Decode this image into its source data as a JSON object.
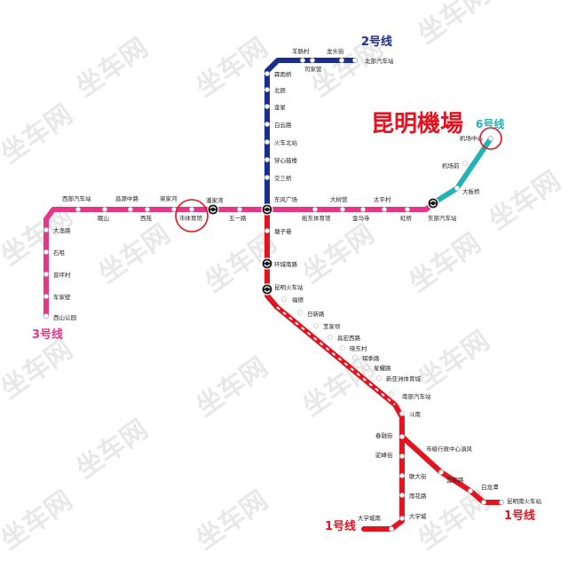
{
  "title": "昆明機場",
  "colors": {
    "line1": "#e3141f",
    "line2": "#1a2e8f",
    "line3": "#e5378a",
    "line6": "#24b2b6",
    "highlight_circle": "#e3141f",
    "title": "#e3141f"
  },
  "watermark": "坐车网",
  "lines": {
    "line1": {
      "label": "1号线",
      "label_b": "1号线"
    },
    "line2": {
      "label": "2号线"
    },
    "line3": {
      "label": "3号线"
    },
    "line6": {
      "label": "6号线"
    }
  },
  "stations": {
    "l2": [
      "羊肠村",
      "龙头街",
      "北部汽车站",
      "霖雨桥",
      "司家营",
      "北辰",
      "金星",
      "白云路",
      "火车北站",
      "穿心鼓楼",
      "交三桥"
    ],
    "l3": [
      "西部汽车站",
      "眠山",
      "昌源中路",
      "西苑",
      "梁家河",
      "市体育馆",
      "潘家湾",
      "五一路",
      "东风广场",
      "拓东体育馆",
      "大树营",
      "金马寺",
      "太平村",
      "虹桥",
      "东部汽车站",
      "大渔路",
      "石咀",
      "普坪村",
      "车家壁",
      "西山公园"
    ],
    "l6": [
      "机场中心",
      "机场前",
      "大板桥"
    ],
    "l1": [
      "塘子巷",
      "环城南路",
      "昆明火车站",
      "福德",
      "日新路",
      "苤家坝",
      "昌宏西路",
      "晓东村",
      "珥季路",
      "星耀路",
      "新亚洲体育城",
      "南部汽车站",
      "斗南",
      "春融街",
      "市级行政中心滇风",
      "驼峰街",
      "联大街",
      "宜和路",
      "白龙潭",
      "昆明南火车站",
      "雨花路",
      "大学城南",
      "大学城"
    ]
  },
  "icons": [
    "interchange-icon"
  ]
}
